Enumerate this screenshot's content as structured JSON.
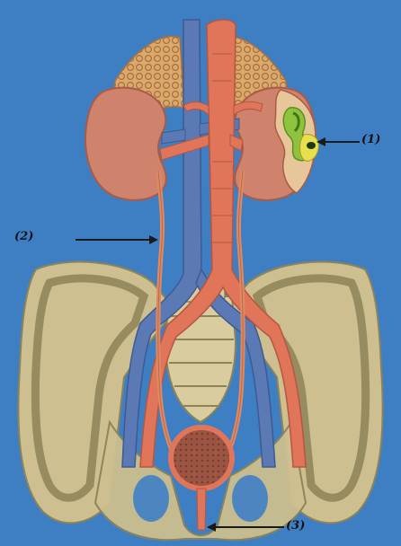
{
  "colors": {
    "background": "#3e7fc4",
    "kidney": "#cf826c",
    "adrenal": "#d7a46a",
    "vein": "#5b79b5",
    "artery": "#e0755a",
    "ureter": "#e08a63",
    "bone": "#cdbf8f",
    "bone_shadow": "#8c8358",
    "bladder": "#a35a45",
    "arrow": "#1a1a1a"
  },
  "labels": {
    "l1": "(1)",
    "l2": "(2)",
    "l3": "(3)"
  }
}
